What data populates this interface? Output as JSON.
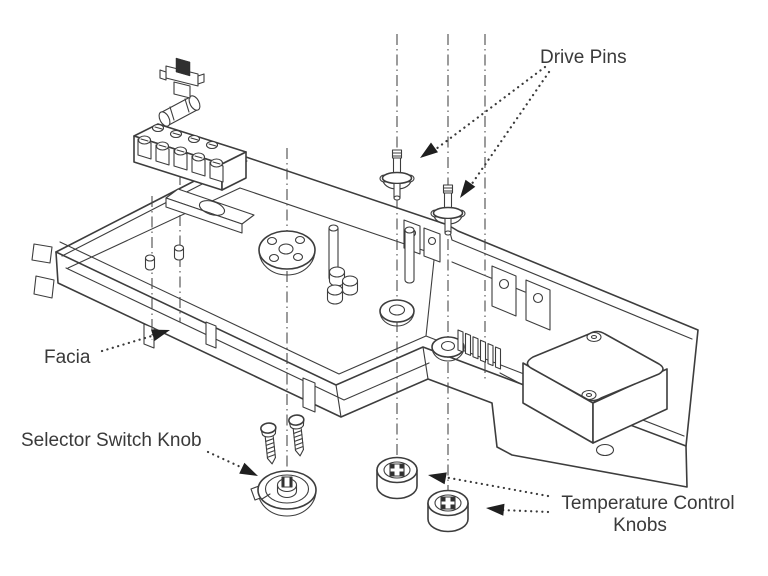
{
  "diagram": {
    "background_color": "#ffffff",
    "line_color": "#3d3d3d",
    "text_color": "#3a3a3a",
    "arrow_color": "#1f1f1f",
    "labels": {
      "drive_pins": "Drive Pins",
      "facia": "Facia",
      "selector_switch_knob": "Selector Switch Knob",
      "temperature_control_knobs_line1": "Temperature Control",
      "temperature_control_knobs_line2": "Knobs"
    }
  }
}
